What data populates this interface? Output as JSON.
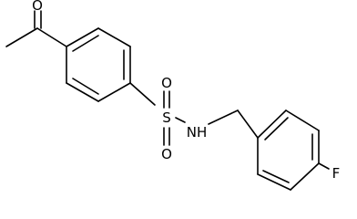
{
  "diagram": {
    "type": "skeletal-structure",
    "atoms": {
      "carbonyl_oxygen": "O",
      "sulfonyl_oxygen_top": "O",
      "sulfonyl_oxygen_bottom": "O",
      "sulfur": "S",
      "amide_nitrogen": "NH",
      "fluorine": "F"
    },
    "colors": {
      "bond": "#000000",
      "label": "#000000",
      "background": "#ffffff"
    }
  }
}
